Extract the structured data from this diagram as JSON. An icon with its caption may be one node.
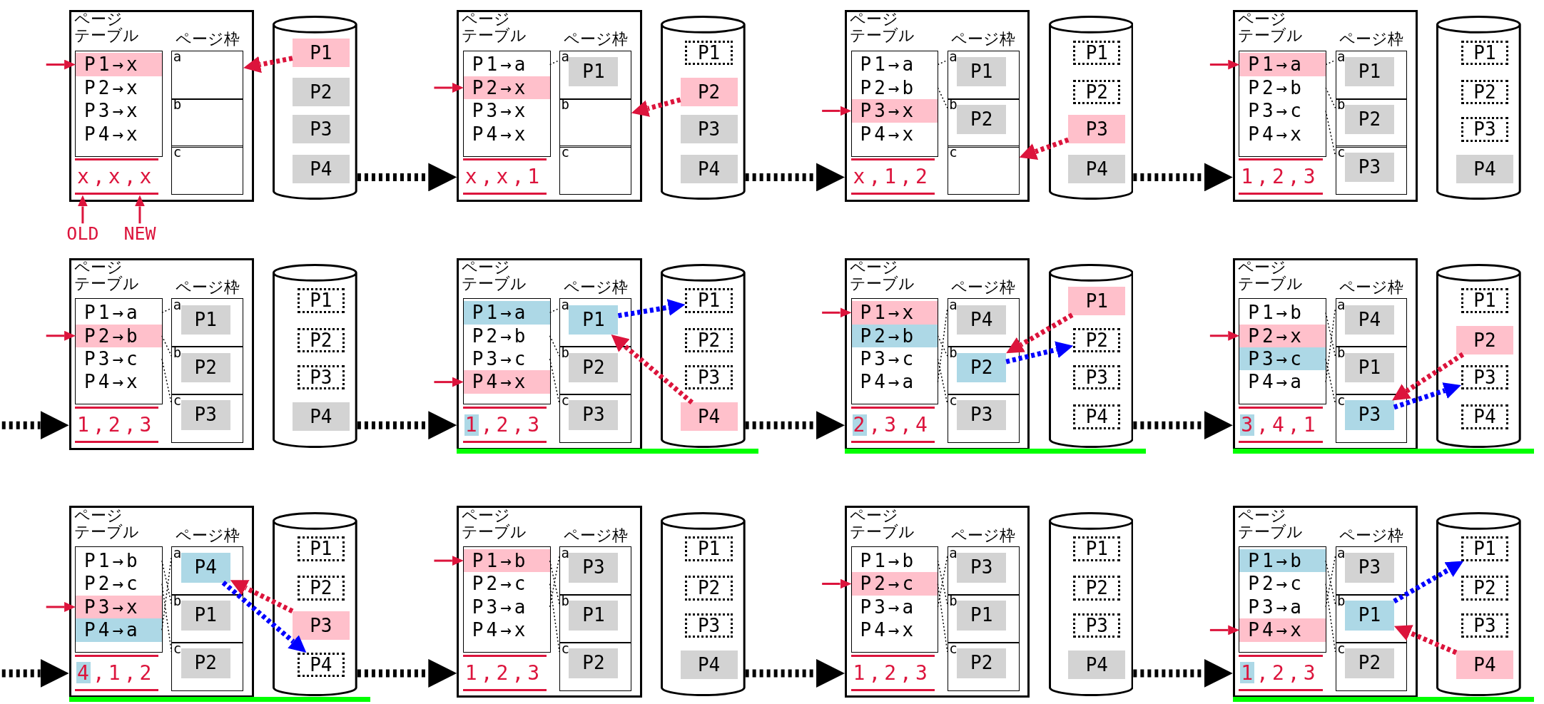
{
  "diagram": {
    "nodes": [
      {
        "text": [
          "ページテーブル",
          "ページ枠"
        ]
      },
      {
        "text": [],
        "shape": "box",
        "in": 0
      },
      {
        "text": [
          "P1→x"
        ],
        "in": 1
      },
      {
        "text": [
          "P2→x"
        ],
        "in": 1
      },
      {
        "text": [
          "P3→x"
        ],
        "in": 1
      },
      {
        "text": [
          "P4→x"
        ],
        "in": 1
      },
      {
        "text": [
          "a"
        ],
        "in": 0
      },
      {
        "text": [
          "b"
        ],
        "in": 0
      },
      {
        "text": [
          "c"
        ],
        "in": 0
      },
      {
        "text": [
          "x,x,x"
        ],
        "in": 0
      },
      {
        "text": [],
        "shape": "cylinder"
      },
      {
        "text": [
          "P1"
        ],
        "in": 10
      },
      {
        "text": [
          "P2"
        ],
        "in": 10
      },
      {
        "text": [
          "P3"
        ],
        "in": 10
      },
      {
        "text": [
          "P4"
        ],
        "in": 10
      },
      {
        "text": [
          "ページテーブル",
          "ページ枠"
        ]
      },
      {
        "text": [],
        "shape": "box",
        "in": 15
      },
      {
        "text": [
          "P1→a"
        ],
        "in": 16
      },
      {
        "text": [
          "P2→x"
        ],
        "in": 16
      },
      {
        "text": [
          "P3→x"
        ],
        "in": 16
      },
      {
        "text": [
          "P4→x"
        ],
        "in": 16
      },
      {
        "text": [
          "a"
        ],
        "in": 15
      },
      {
        "text": [
          "P1"
        ],
        "in": 21
      },
      {
        "text": [
          "b"
        ],
        "in": 15
      },
      {
        "text": [
          "c"
        ],
        "in": 15
      },
      {
        "text": [
          "x,x,1"
        ],
        "in": 15
      },
      {
        "text": [],
        "shape": "cylinder"
      },
      {
        "text": [
          "P1"
        ],
        "in": 26
      },
      {
        "text": [
          "P2"
        ],
        "in": 26
      },
      {
        "text": [
          "P3"
        ],
        "in": 26
      },
      {
        "text": [
          "P4"
        ],
        "in": 26
      },
      {
        "text": [
          "ページテーブル",
          "ページ枠"
        ]
      },
      {
        "text": [],
        "shape": "box",
        "in": 31
      },
      {
        "text": [
          "P1→a"
        ],
        "in": 32
      },
      {
        "text": [
          "P2→b"
        ],
        "in": 32
      },
      {
        "text": [
          "P3→x"
        ],
        "in": 32
      },
      {
        "text": [
          "P4→x"
        ],
        "in": 32
      },
      {
        "text": [
          "a"
        ],
        "in": 31
      },
      {
        "text": [
          "P1"
        ],
        "in": 37
      },
      {
        "text": [
          "b"
        ],
        "in": 31
      },
      {
        "text": [
          "P2"
        ],
        "in": 39
      },
      {
        "text": [
          "c"
        ],
        "in": 31
      },
      {
        "text": [
          "x,1,2"
        ],
        "in": 31
      },
      {
        "text": [],
        "shape": "cylinder"
      },
      {
        "text": [
          "P1"
        ],
        "in": 43
      },
      {
        "text": [
          "P2"
        ],
        "in": 43
      },
      {
        "text": [
          "P3"
        ],
        "in": 43
      },
      {
        "text": [
          "P4"
        ],
        "in": 43
      },
      {
        "text": [
          "ページテーブル",
          "ページ枠"
        ]
      },
      {
        "text": [],
        "shape": "box",
        "in": 48
      },
      {
        "text": [
          "P1→a"
        ],
        "in": 49
      },
      {
        "text": [
          "P2→b"
        ],
        "in": 49
      },
      {
        "text": [
          "P3→c"
        ],
        "in": 49
      },
      {
        "text": [
          "P4→x"
        ],
        "in": 49
      },
      {
        "text": [
          "a"
        ],
        "in": 48
      },
      {
        "text": [
          "P1"
        ],
        "in": 54
      },
      {
        "text": [
          "b"
        ],
        "in": 48
      },
      {
        "text": [
          "P2"
        ],
        "in": 56
      },
      {
        "text": [
          "c"
        ],
        "in": 48
      },
      {
        "text": [
          "P3"
        ],
        "in": 58
      },
      {
        "text": [
          "1,2,3"
        ],
        "in": 48
      },
      {
        "text": [],
        "shape": "cylinder"
      },
      {
        "text": [
          "P1"
        ],
        "in": 61
      },
      {
        "text": [
          "P2"
        ],
        "in": 61
      },
      {
        "text": [
          "P3"
        ],
        "in": 61
      },
      {
        "text": [
          "P4"
        ],
        "in": 61
      },
      {
        "text": [
          "ページテーブル",
          "ページ枠"
        ]
      },
      {
        "text": [],
        "shape": "box",
        "in": 66
      },
      {
        "text": [
          "P1→a"
        ],
        "in": 67
      },
      {
        "text": [
          "P2→b"
        ],
        "in": 67
      },
      {
        "text": [
          "P3→c"
        ],
        "in": 67
      },
      {
        "text": [
          "P4→x"
        ],
        "in": 67
      },
      {
        "text": [
          "a"
        ],
        "in": 66
      },
      {
        "text": [
          "P1"
        ],
        "in": 72
      },
      {
        "text": [
          "b"
        ],
        "in": 66
      },
      {
        "text": [
          "P2"
        ],
        "in": 74
      },
      {
        "text": [
          "c"
        ],
        "in": 66
      },
      {
        "text": [
          "P3"
        ],
        "in": 76
      },
      {
        "text": [
          "1,2,3"
        ],
        "in": 66
      },
      {
        "text": [],
        "shape": "cylinder"
      },
      {
        "text": [
          "P1"
        ],
        "in": 79
      },
      {
        "text": [
          "P2"
        ],
        "in": 79
      },
      {
        "text": [
          "P3"
        ],
        "in": 79
      },
      {
        "text": [
          "P4"
        ],
        "in": 79
      },
      {
        "text": [
          "ページテーブル",
          "ページ枠"
        ]
      },
      {
        "text": [],
        "shape": "box",
        "in": 84
      },
      {
        "text": [
          "P1→a"
        ],
        "in": 85
      },
      {
        "text": [
          "P2→b"
        ],
        "in": 85
      },
      {
        "text": [
          "P3→c"
        ],
        "in": 85
      },
      {
        "text": [
          "P4→x"
        ],
        "in": 85
      },
      {
        "text": [
          "a"
        ],
        "in": 84
      },
      {
        "text": [
          "P1"
        ],
        "in": 90
      },
      {
        "text": [
          "b"
        ],
        "in": 84
      },
      {
        "text": [
          "P2"
        ],
        "in": 92
      },
      {
        "text": [
          "c"
        ],
        "in": 84
      },
      {
        "text": [
          "P3"
        ],
        "in": 94
      },
      {
        "text": [
          "1,2,3"
        ],
        "in": 84
      },
      {
        "text": [],
        "shape": "cylinder"
      },
      {
        "text": [
          "P1"
        ],
        "in": 97
      },
      {
        "text": [
          "P2"
        ],
        "in": 97
      },
      {
        "text": [
          "P3"
        ],
        "in": 97
      },
      {
        "text": [
          "P4"
        ],
        "in": 97
      },
      {
        "text": [
          "ページテーブル",
          "ページ枠"
        ]
      },
      {
        "text": [],
        "shape": "box",
        "in": 102
      },
      {
        "text": [
          "P1→x"
        ],
        "in": 103
      },
      {
        "text": [
          "P2→b"
        ],
        "in": 103
      },
      {
        "text": [
          "P3→c"
        ],
        "in": 103
      },
      {
        "text": [
          "P4→a"
        ],
        "in": 103
      },
      {
        "text": [
          "a"
        ],
        "in": 102
      },
      {
        "text": [
          "P4"
        ],
        "in": 108
      },
      {
        "text": [
          "b"
        ],
        "in": 102
      },
      {
        "text": [
          "P2"
        ],
        "in": 110
      },
      {
        "text": [
          "c"
        ],
        "in": 102
      },
      {
        "text": [
          "P3"
        ],
        "in": 112
      },
      {
        "text": [
          "2,3,4"
        ],
        "in": 102
      },
      {
        "text": [],
        "shape": "cylinder"
      },
      {
        "text": [
          "P1"
        ],
        "in": 115
      },
      {
        "text": [
          "P2"
        ],
        "in": 115
      },
      {
        "text": [
          "P3"
        ],
        "in": 115
      },
      {
        "text": [
          "P4"
        ],
        "in": 115
      },
      {
        "text": [
          "ページテーブル",
          "ページ枠"
        ]
      },
      {
        "text": [],
        "shape": "box",
        "in": 120
      },
      {
        "text": [
          "P1→b"
        ],
        "in": 121
      },
      {
        "text": [
          "P2→x"
        ],
        "in": 121
      },
      {
        "text": [
          "P3→c"
        ],
        "in": 121
      },
      {
        "text": [
          "P4→a"
        ],
        "in": 121
      },
      {
        "text": [
          "a"
        ],
        "in": 120
      },
      {
        "text": [
          "P4"
        ],
        "in": 126
      },
      {
        "text": [
          "b"
        ],
        "in": 120
      },
      {
        "text": [
          "P1"
        ],
        "in": 128
      },
      {
        "text": [
          "c"
        ],
        "in": 120
      },
      {
        "text": [
          "P3"
        ],
        "in": 130
      },
      {
        "text": [
          "3,4,1"
        ],
        "in": 120
      },
      {
        "text": [],
        "shape": "cylinder"
      },
      {
        "text": [
          "P1"
        ],
        "in": 133
      },
      {
        "text": [
          "P2"
        ],
        "in": 133
      },
      {
        "text": [
          "P3"
        ],
        "in": 133
      },
      {
        "text": [
          "P4"
        ],
        "in": 133
      },
      {
        "text": [
          "ページテーブル",
          "ページ枠"
        ]
      },
      {
        "text": [],
        "shape": "box",
        "in": 138
      },
      {
        "text": [
          "P1→b"
        ],
        "in": 139
      },
      {
        "text": [
          "P2→c"
        ],
        "in": 139
      },
      {
        "text": [
          "P3→x"
        ],
        "in": 139
      },
      {
        "text": [
          "P4→a"
        ],
        "in": 139
      },
      {
        "text": [
          "a"
        ],
        "in": 138
      },
      {
        "text": [
          "P4"
        ],
        "in": 144
      },
      {
        "text": [
          "b"
        ],
        "in": 138
      },
      {
        "text": [
          "P1"
        ],
        "in": 146
      },
      {
        "text": [
          "c"
        ],
        "in": 138
      },
      {
        "text": [
          "P2"
        ],
        "in": 148
      },
      {
        "text": [
          "4,1,2"
        ],
        "in": 138
      },
      {
        "text": [],
        "shape": "cylinder"
      },
      {
        "text": [
          "P1"
        ],
        "in": 151
      },
      {
        "text": [
          "P2"
        ],
        "in": 151
      },
      {
        "text": [
          "P3"
        ],
        "in": 151
      },
      {
        "text": [
          "P4"
        ],
        "in": 151
      },
      {
        "text": [
          "ページテーブル",
          "ページ枠"
        ]
      },
      {
        "text": [],
        "shape": "box",
        "in": 156
      },
      {
        "text": [
          "P1→b"
        ],
        "in": 157
      },
      {
        "text": [
          "P2→c"
        ],
        "in": 157
      },
      {
        "text": [
          "P3→a"
        ],
        "in": 157
      },
      {
        "text": [
          "P4→x"
        ],
        "in": 157
      },
      {
        "text": [
          "a"
        ],
        "in": 156
      },
      {
        "text": [
          "P3"
        ],
        "in": 162
      },
      {
        "text": [
          "b"
        ],
        "in": 156
      },
      {
        "text": [
          "P1"
        ],
        "in": 164
      },
      {
        "text": [
          "c"
        ],
        "in": 156
      },
      {
        "text": [
          "P2"
        ],
        "in": 166
      },
      {
        "text": [
          "1,2,3"
        ],
        "in": 156
      },
      {
        "text": [],
        "shape": "cylinder"
      },
      {
        "text": [
          "P1"
        ],
        "in": 169
      },
      {
        "text": [
          "P2"
        ],
        "in": 169
      },
      {
        "text": [
          "P3"
        ],
        "in": 169
      },
      {
        "text": [
          "P4"
        ],
        "in": 169
      },
      {
        "text": [
          "ページテーブル",
          "ページ枠"
        ]
      },
      {
        "text": [],
        "shape": "box",
        "in": 174
      },
      {
        "text": [
          "P1→b"
        ],
        "in": 175
      },
      {
        "text": [
          "P2→c"
        ],
        "in": 175
      },
      {
        "text": [
          "P3→a"
        ],
        "in": 175
      },
      {
        "text": [
          "P4→x"
        ],
        "in": 175
      },
      {
        "text": [
          "a"
        ],
        "in": 174
      },
      {
        "text": [
          "P3"
        ],
        "in": 180
      },
      {
        "text": [
          "b"
        ],
        "in": 174
      },
      {
        "text": [
          "P1"
        ],
        "in": 182
      },
      {
        "text": [
          "c"
        ],
        "in": 174
      },
      {
        "text": [
          "P2"
        ],
        "in": 184
      },
      {
        "text": [
          "1,2,3"
        ],
        "in": 174
      },
      {
        "text": [],
        "shape": "cylinder"
      },
      {
        "text": [
          "P1"
        ],
        "in": 187
      },
      {
        "text": [
          "P2"
        ],
        "in": 187
      },
      {
        "text": [
          "P3"
        ],
        "in": 187
      },
      {
        "text": [
          "P4"
        ],
        "in": 187
      },
      {
        "text": [
          "ページテーブル",
          "ページ枠"
        ]
      },
      {
        "text": [],
        "shape": "box",
        "in": 192
      },
      {
        "text": [
          "P1→b"
        ],
        "in": 193
      },
      {
        "text": [
          "P2→c"
        ],
        "in": 193
      },
      {
        "text": [
          "P3→a"
        ],
        "in": 193
      },
      {
        "text": [
          "P4→x"
        ],
        "in": 193
      },
      {
        "text": [
          "a"
        ],
        "in": 192
      },
      {
        "text": [
          "P3"
        ],
        "in": 198
      },
      {
        "text": [
          "b"
        ],
        "in": 192
      },
      {
        "text": [
          "P1"
        ],
        "in": 200
      },
      {
        "text": [
          "c"
        ],
        "in": 192
      },
      {
        "text": [
          "P2"
        ],
        "in": 202
      },
      {
        "text": [
          "1,2,3"
        ],
        "in": 192
      },
      {
        "text": [],
        "shape": "cylinder"
      },
      {
        "text": [
          "P1"
        ],
        "in": 205
      },
      {
        "text": [
          "P2"
        ],
        "in": 205
      },
      {
        "text": [
          "P3"
        ],
        "in": 205
      },
      {
        "text": [
          "P4"
        ],
        "in": 205
      },
      {
        "text": [
          "OLD"
        ]
      },
      {
        "text": [
          "NEW"
        ]
      }
    ],
    "edges": [
      {
        "from": null,
        "to": 2,
        "arrow": "to",
        "color": "#dc143c"
      },
      {
        "from": 11,
        "to": 6,
        "arrow": "to",
        "style": "dashed",
        "color": "#dc143c"
      },
      {
        "from": 210,
        "to": 9,
        "arrow": "to",
        "color": "#dc143c"
      },
      {
        "from": 211,
        "to": 9,
        "arrow": "to",
        "color": "#dc143c"
      },
      {
        "from": 10,
        "to": 15,
        "arrow": "to",
        "style": "dashed"
      },
      {
        "from": 17,
        "to": 21,
        "arrow": "none",
        "style": "dashed"
      },
      {
        "from": null,
        "to": 18,
        "arrow": "to",
        "color": "#dc143c"
      },
      {
        "from": 28,
        "to": 23,
        "arrow": "to",
        "style": "dashed",
        "color": "#dc143c"
      },
      {
        "from": 26,
        "to": 31,
        "arrow": "to",
        "style": "dashed"
      },
      {
        "from": 33,
        "to": 37,
        "arrow": "none",
        "style": "dashed"
      },
      {
        "from": 34,
        "to": 39,
        "arrow": "none",
        "style": "dashed"
      },
      {
        "from": null,
        "to": 35,
        "arrow": "to",
        "color": "#dc143c"
      },
      {
        "from": 46,
        "to": 41,
        "arrow": "to",
        "style": "dashed",
        "color": "#dc143c"
      },
      {
        "from": 43,
        "to": 48,
        "arrow": "to",
        "style": "dashed"
      },
      {
        "from": 50,
        "to": 54,
        "arrow": "none",
        "style": "dashed"
      },
      {
        "from": 51,
        "to": 56,
        "arrow": "none",
        "style": "dashed"
      },
      {
        "from": 52,
        "to": 58,
        "arrow": "none",
        "style": "dashed"
      },
      {
        "from": null,
        "to": 50,
        "arrow": "to",
        "color": "#dc143c"
      },
      {
        "from": null,
        "to": 66,
        "arrow": "to",
        "style": "dashed"
      },
      {
        "from": 68,
        "to": 72,
        "arrow": "none",
        "style": "dashed"
      },
      {
        "from": 69,
        "to": 74,
        "arrow": "none",
        "style": "dashed"
      },
      {
        "from": 70,
        "to": 76,
        "arrow": "none",
        "style": "dashed"
      },
      {
        "from": null,
        "to": 69,
        "arrow": "to",
        "color": "#dc143c"
      },
      {
        "from": 79,
        "to": 84,
        "arrow": "to",
        "style": "dashed"
      },
      {
        "from": 86,
        "to": 90,
        "arrow": "none",
        "style": "dashed"
      },
      {
        "from": 87,
        "to": 92,
        "arrow": "none",
        "style": "dashed"
      },
      {
        "from": 88,
        "to": 94,
        "arrow": "none",
        "style": "dashed"
      },
      {
        "from": null,
        "to": 89,
        "arrow": "to",
        "color": "#dc143c"
      },
      {
        "from": 91,
        "to": 98,
        "arrow": "to",
        "style": "dashed",
        "color": "#0000ff"
      },
      {
        "from": 101,
        "to": 91,
        "arrow": "to",
        "style": "dashed",
        "color": "#dc143c"
      },
      {
        "from": 97,
        "to": 102,
        "arrow": "to",
        "style": "dashed"
      },
      {
        "from": 105,
        "to": 110,
        "arrow": "none",
        "style": "dashed"
      },
      {
        "from": 106,
        "to": 112,
        "arrow": "none",
        "style": "dashed"
      },
      {
        "from": 107,
        "to": 108,
        "arrow": "none",
        "style": "dashed"
      },
      {
        "from": null,
        "to": 104,
        "arrow": "to",
        "color": "#dc143c"
      },
      {
        "from": 116,
        "to": 111,
        "arrow": "to",
        "style": "dashed",
        "color": "#dc143c"
      },
      {
        "from": 111,
        "to": 117,
        "arrow": "to",
        "style": "dashed",
        "color": "#0000ff"
      },
      {
        "from": 115,
        "to": 120,
        "arrow": "to",
        "style": "dashed"
      },
      {
        "from": 122,
        "to": 128,
        "arrow": "none",
        "style": "dashed"
      },
      {
        "from": 124,
        "to": 130,
        "arrow": "none",
        "style": "dashed"
      },
      {
        "from": 125,
        "to": 126,
        "arrow": "none",
        "style": "dashed"
      },
      {
        "from": null,
        "to": 123,
        "arrow": "to",
        "color": "#dc143c"
      },
      {
        "from": 135,
        "to": 131,
        "arrow": "to",
        "style": "dashed",
        "color": "#dc143c"
      },
      {
        "from": 131,
        "to": 136,
        "arrow": "to",
        "style": "dashed",
        "color": "#0000ff"
      },
      {
        "from": null,
        "to": 138,
        "arrow": "to",
        "style": "dashed"
      },
      {
        "from": 140,
        "to": 146,
        "arrow": "none",
        "style": "dashed"
      },
      {
        "from": 141,
        "to": 148,
        "arrow": "none",
        "style": "dashed"
      },
      {
        "from": 143,
        "to": 144,
        "arrow": "none",
        "style": "dashed"
      },
      {
        "from": null,
        "to": 142,
        "arrow": "to",
        "color": "#dc143c"
      },
      {
        "from": 154,
        "to": 145,
        "arrow": "to",
        "style": "dashed",
        "color": "#dc143c"
      },
      {
        "from": 145,
        "to": 155,
        "arrow": "to",
        "style": "dashed",
        "color": "#0000ff"
      },
      {
        "from": 151,
        "to": 156,
        "arrow": "to",
        "style": "dashed"
      },
      {
        "from": 158,
        "to": 164,
        "arrow": "none",
        "style": "dashed"
      },
      {
        "from": 159,
        "to": 166,
        "arrow": "none",
        "style": "dashed"
      },
      {
        "from": 160,
        "to": 162,
        "arrow": "none",
        "style": "dashed"
      },
      {
        "from": null,
        "to": 158,
        "arrow": "to",
        "color": "#dc143c"
      },
      {
        "from": 169,
        "to": 174,
        "arrow": "to",
        "style": "dashed"
      },
      {
        "from": 176,
        "to": 182,
        "arrow": "none",
        "style": "dashed"
      },
      {
        "from": 177,
        "to": 184,
        "arrow": "none",
        "style": "dashed"
      },
      {
        "from": 178,
        "to": 180,
        "arrow": "none",
        "style": "dashed"
      },
      {
        "from": null,
        "to": 177,
        "arrow": "to",
        "color": "#dc143c"
      },
      {
        "from": 187,
        "to": 192,
        "arrow": "to",
        "style": "dashed"
      },
      {
        "from": 194,
        "to": 200,
        "arrow": "none",
        "style": "dashed"
      },
      {
        "from": 195,
        "to": 202,
        "arrow": "none",
        "style": "dashed"
      },
      {
        "from": 196,
        "to": 198,
        "arrow": "none",
        "style": "dashed"
      },
      {
        "from": null,
        "to": 197,
        "arrow": "to",
        "color": "#dc143c"
      },
      {
        "from": 201,
        "to": 206,
        "arrow": "to",
        "style": "dashed",
        "color": "#0000ff"
      },
      {
        "from": 209,
        "to": 201,
        "arrow": "to",
        "style": "dashed",
        "color": "#dc143c"
      }
    ]
  }
}
